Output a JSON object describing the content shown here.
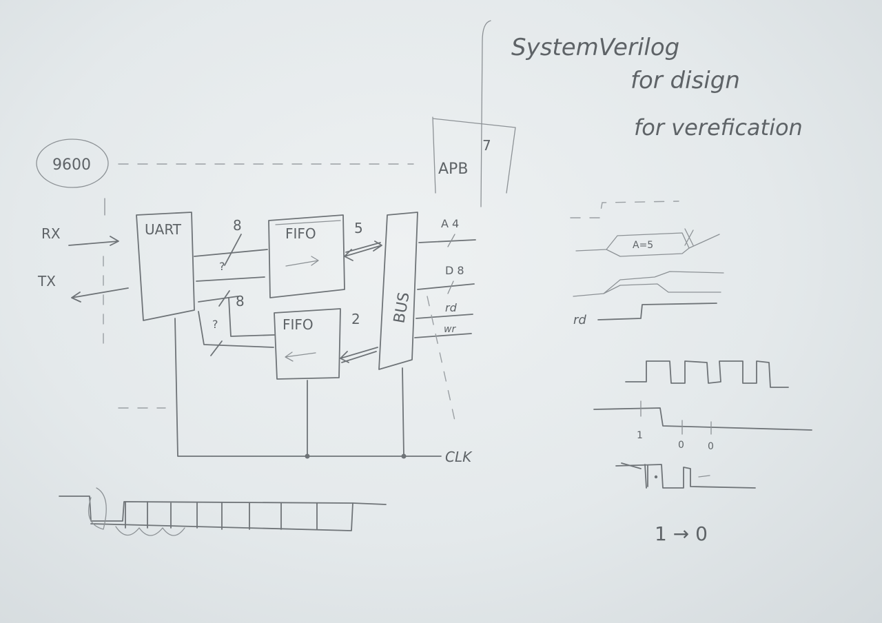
{
  "notes": {
    "line1": "SystemVerilog",
    "line2": "for disign",
    "line3": "for verefication"
  },
  "diagram": {
    "baud": "9600",
    "apb_label": "APB",
    "apb_num": "7",
    "uart_label": "UART",
    "rx_label": "RX",
    "tx_label": "TX",
    "fifo_top_label": "FIFO",
    "fifo_bottom_label": "FIFO",
    "bus_label": "BUS",
    "clk_label": "CLK",
    "width_top": "8",
    "width_bottom": "8",
    "q_top": "?",
    "q_bottom": "?",
    "fifo_top_num": "5",
    "fifo_bottom_num": "2",
    "addr_label": "A 4",
    "data_label": "D 8",
    "rd_label": "rd",
    "wr_label": "wr"
  },
  "timing": {
    "addr_box_label": "A=5",
    "rd_signal_label": "rd",
    "bit_one_label": "1",
    "bit_zero_a_label": "0",
    "bit_zero_b_label": "0",
    "transition_label": "1 → 0"
  }
}
